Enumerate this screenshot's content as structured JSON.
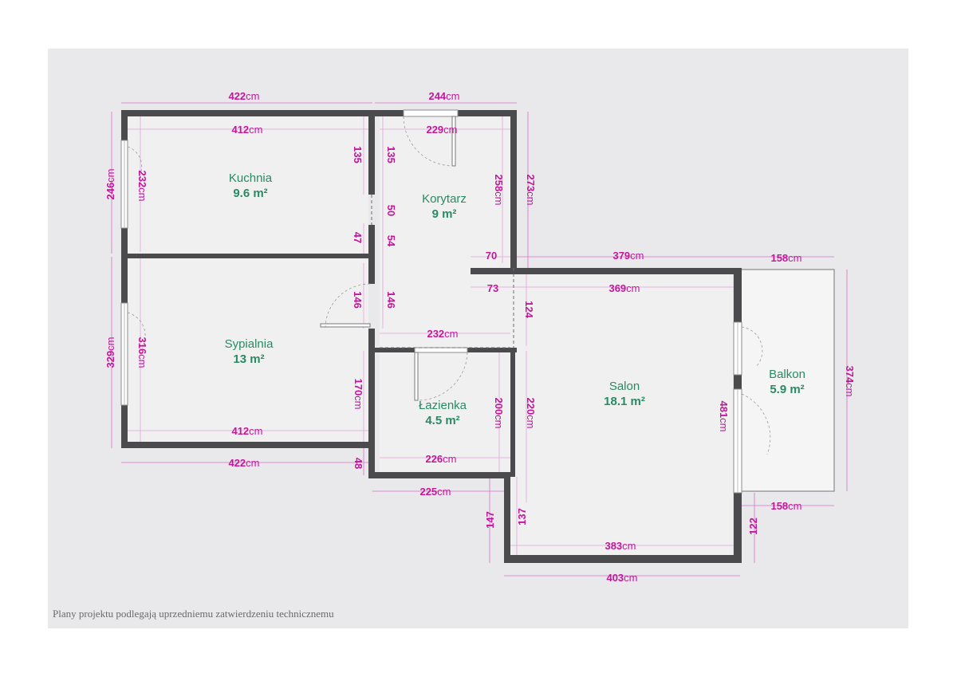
{
  "rooms": [
    {
      "id": "kuchnia",
      "name": "Kuchnia",
      "area": "9.6 m²"
    },
    {
      "id": "korytarz",
      "name": "Korytarz",
      "area": "9 m²"
    },
    {
      "id": "sypialnia",
      "name": "Sypialnia",
      "area": "13 m²"
    },
    {
      "id": "lazienka",
      "name": "Łazienka",
      "area": "4.5 m²"
    },
    {
      "id": "salon",
      "name": "Salon",
      "area": "18.1 m²"
    },
    {
      "id": "balkon",
      "name": "Balkon",
      "area": "5.9 m²"
    }
  ],
  "dimensions": [
    {
      "num": "422",
      "unit": "cm"
    },
    {
      "num": "244",
      "unit": "cm"
    },
    {
      "num": "412",
      "unit": "cm"
    },
    {
      "num": "229",
      "unit": "cm"
    },
    {
      "num": "246",
      "unit": "cm"
    },
    {
      "num": "232",
      "unit": "cm"
    },
    {
      "num": "135",
      "unit": ""
    },
    {
      "num": "135",
      "unit": ""
    },
    {
      "num": "258",
      "unit": "cm"
    },
    {
      "num": "273",
      "unit": "cm"
    },
    {
      "num": "50",
      "unit": ""
    },
    {
      "num": "47",
      "unit": ""
    },
    {
      "num": "54",
      "unit": ""
    },
    {
      "num": "70",
      "unit": ""
    },
    {
      "num": "379",
      "unit": "cm"
    },
    {
      "num": "158",
      "unit": "cm"
    },
    {
      "num": "73",
      "unit": ""
    },
    {
      "num": "369",
      "unit": "cm"
    },
    {
      "num": "146",
      "unit": ""
    },
    {
      "num": "146",
      "unit": ""
    },
    {
      "num": "124",
      "unit": ""
    },
    {
      "num": "374",
      "unit": "cm"
    },
    {
      "num": "232",
      "unit": "cm"
    },
    {
      "num": "329",
      "unit": "cm"
    },
    {
      "num": "316",
      "unit": "cm"
    },
    {
      "num": "170",
      "unit": "cm"
    },
    {
      "num": "200",
      "unit": "cm"
    },
    {
      "num": "220",
      "unit": "cm"
    },
    {
      "num": "481",
      "unit": "cm"
    },
    {
      "num": "412",
      "unit": "cm"
    },
    {
      "num": "422",
      "unit": "cm"
    },
    {
      "num": "48",
      "unit": ""
    },
    {
      "num": "226",
      "unit": "cm"
    },
    {
      "num": "225",
      "unit": "cm"
    },
    {
      "num": "158",
      "unit": "cm"
    },
    {
      "num": "147",
      "unit": ""
    },
    {
      "num": "137",
      "unit": ""
    },
    {
      "num": "122",
      "unit": ""
    },
    {
      "num": "383",
      "unit": "cm"
    },
    {
      "num": "403",
      "unit": "cm"
    }
  ],
  "footer": {
    "disclaimer": "Plany projektu podlegają uprzedniemu zatwierdzeniu technicznemu"
  },
  "colors": {
    "background": "#e9e8ea",
    "wall": "#4b4b4e",
    "dimension": "#c1189a",
    "room_label": "#2a8a63"
  }
}
